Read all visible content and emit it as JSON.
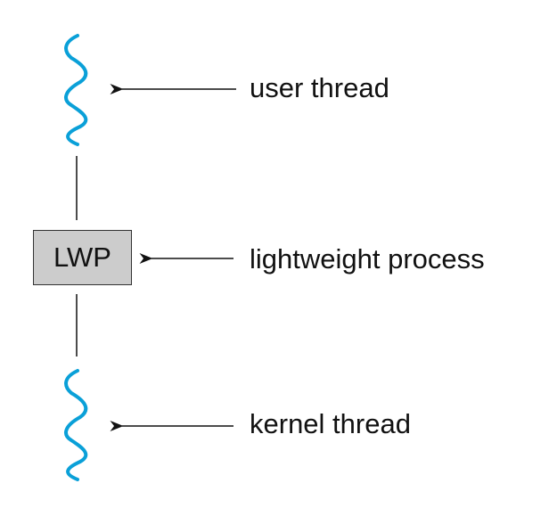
{
  "labels": {
    "user_thread": "user thread",
    "lightweight_process": "lightweight process",
    "kernel_thread": "kernel thread"
  },
  "box": {
    "text": "LWP",
    "fill": "#cccccc"
  },
  "colors": {
    "thread_wave": "#0aa0d8",
    "lines": "#111111"
  }
}
